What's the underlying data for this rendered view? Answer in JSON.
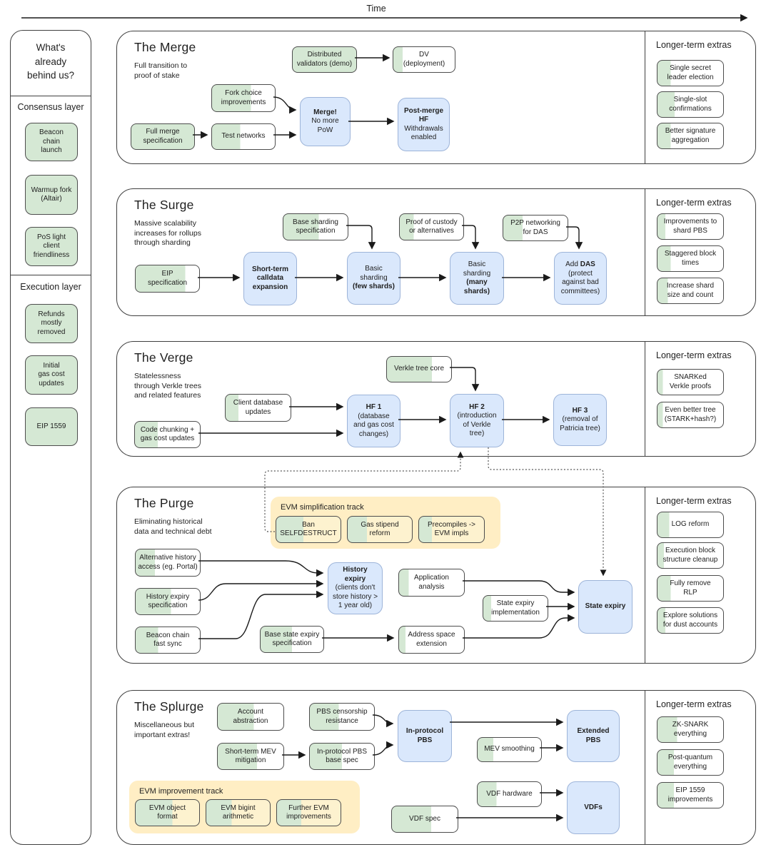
{
  "page": {
    "time_label": "Time"
  },
  "colors": {
    "done_green": "#d5e8d4",
    "milestone_blue": "#dae8fc",
    "milestone_border": "#9db4d9",
    "track_yellow": "#ffeec4",
    "box_border": "#4d4d4d",
    "line": "#1a1a1a"
  },
  "sidebar": {
    "title": "What's\nalready\nbehind us?",
    "consensus_label": "Consensus layer",
    "execution_label": "Execution layer",
    "consensus_items": {
      "beacon": {
        "label": "Beacon\nchain\nlaunch",
        "progress": 100
      },
      "warmup": {
        "label": "Warmup fork\n(Altair)",
        "progress": 100
      },
      "pos_light": {
        "label": "PoS light\nclient\nfriendliness",
        "progress": 100
      }
    },
    "execution_items": {
      "refunds": {
        "label": "Refunds\nmostly\nremoved",
        "progress": 100
      },
      "gas_cost": {
        "label": "Initial\ngas cost\nupdates",
        "progress": 100
      },
      "eip1559": {
        "label": "EIP 1559",
        "progress": 100
      }
    }
  },
  "sections": {
    "merge": {
      "title": "The Merge",
      "subtitle": "Full transition to\nproof of stake",
      "extras_title": "Longer-term extras",
      "nodes": {
        "distributed_validators": {
          "label": "Distributed\nvalidators (demo)",
          "progress": 100
        },
        "dv_deployment": {
          "label": "DV\n(deployment)",
          "progress": 15
        },
        "fork_choice": {
          "label": "Fork choice\nimprovements",
          "progress": 62
        },
        "full_merge_spec": {
          "label": "Full merge\nspecification",
          "progress": 100
        },
        "test_networks": {
          "label": "Test networks",
          "progress": 45
        },
        "merge_hf": {
          "bold": "Merge!",
          "rest": "\nNo more\nPoW"
        },
        "post_merge_hf": {
          "bold": "Post-merge\nHF",
          "rest": "\nWithdrawals\nenabled"
        }
      },
      "extras": {
        "e1": {
          "label": "Single secret\nleader election",
          "progress": 20
        },
        "e2": {
          "label": "Single-slot\nconfirmations",
          "progress": 26
        },
        "e3": {
          "label": "Better signature\naggregation",
          "progress": 20
        }
      }
    },
    "surge": {
      "title": "The Surge",
      "subtitle": "Massive scalability\nincreases for rollups\nthrough sharding",
      "extras_title": "Longer-term extras",
      "nodes": {
        "eip_spec": {
          "label": "EIP\nspecification",
          "progress": 78
        },
        "short_term_calldata": {
          "bold": "Short-term\ncalldata\nexpansion"
        },
        "base_sharding_spec": {
          "label": "Base sharding\nspecification",
          "progress": 55
        },
        "few_shards": {
          "pre": "Basic\nsharding",
          "bold": "\n(few shards)"
        },
        "proof_custody": {
          "label": "Proof of custody\nor alternatives",
          "progress": 22
        },
        "many_shards": {
          "pre": "Basic\nsharding",
          "bold": "\n(many\nshards)"
        },
        "p2p_das": {
          "label": "P2P networking\nfor DAS",
          "progress": 30
        },
        "add_das": {
          "pre": "Add ",
          "bold": "DAS",
          "rest": "\n(protect\nagainst bad\ncommittees)"
        }
      },
      "extras": {
        "e1": {
          "label": "Improvements to\nshard PBS",
          "progress": 12
        },
        "e2": {
          "label": "Staggered block\ntimes",
          "progress": 20
        },
        "e3": {
          "label": "Increase shard\nsize and count",
          "progress": 16
        }
      }
    },
    "verge": {
      "title": "The Verge",
      "subtitle": "Statelessness\nthrough Verkle trees\nand related features",
      "extras_title": "Longer-term extras",
      "nodes": {
        "verkle_core": {
          "label": "Verkle tree core",
          "progress": 70
        },
        "client_db": {
          "label": "Client database\nupdates",
          "progress": 20
        },
        "code_chunking": {
          "label": "Code chunking +\ngas cost updates",
          "progress": 35
        },
        "hf1": {
          "bold": "HF 1",
          "rest": "\n(database\nand gas cost\nchanges)"
        },
        "hf2": {
          "bold": "HF 2",
          "rest": "\n(introduction\nof Verkle\ntree)"
        },
        "hf3": {
          "bold": "HF 3",
          "rest": "\n(removal of\nPatricia tree)"
        }
      },
      "extras": {
        "e1": {
          "label": "SNARKed\nVerkle proofs",
          "progress": 8
        },
        "e2": {
          "label": "Even better tree\n(STARK+hash?)",
          "progress": 8
        }
      }
    },
    "purge": {
      "title": "The Purge",
      "subtitle": "Eliminating historical\ndata and technical debt",
      "extras_title": "Longer-term extras",
      "track_label": "EVM simplification track",
      "nodes": {
        "ban_selfdestruct": {
          "label": "Ban\nSELFDESTRUCT",
          "progress": 42
        },
        "gas_stipend": {
          "label": "Gas stipend\nreform",
          "progress": 30
        },
        "precompiles": {
          "label": "Precompiles ->\nEVM impls",
          "progress": 20
        },
        "alt_history": {
          "label": "Alternative history\naccess (eg. Portal)",
          "progress": 30
        },
        "history_expiry_spec": {
          "label": "History expiry\nspecification",
          "progress": 55
        },
        "beacon_fast_sync": {
          "label": "Beacon chain\nfast sync",
          "progress": 35
        },
        "history_expiry": {
          "bold": "History\nexpiry",
          "rest": "\n(clients don't\nstore history >\n1 year old)"
        },
        "base_state_expiry": {
          "label": "Base state expiry\nspecification",
          "progress": 50
        },
        "application_analysis": {
          "label": "Application\nanalysis",
          "progress": 15
        },
        "state_expiry_impl": {
          "label": "State expiry\nimplementation",
          "progress": 12
        },
        "address_space": {
          "label": "Address space\nextension",
          "progress": 10
        },
        "state_expiry": {
          "bold": "State expiry"
        }
      },
      "extras": {
        "e1": {
          "label": "LOG reform",
          "progress": 18
        },
        "e2": {
          "label": "Execution block\nstructure cleanup",
          "progress": 10
        },
        "e3": {
          "label": "Fully remove\nRLP",
          "progress": 20
        },
        "e4": {
          "label": "Explore solutions\nfor dust accounts",
          "progress": 12
        }
      }
    },
    "splurge": {
      "title": "The Splurge",
      "subtitle": "Miscellaneous but\nimportant extras!",
      "extras_title": "Longer-term extras",
      "track_label": "EVM improvement track",
      "nodes": {
        "account_abstraction": {
          "label": "Account\nabstraction",
          "progress": 55
        },
        "pbs_censorship": {
          "label": "PBS censorship\nresistance",
          "progress": 45
        },
        "short_term_mev": {
          "label": "Short-term MEV\nmitigation",
          "progress": 60
        },
        "pbs_base_spec": {
          "label": "In-protocol PBS\nbase spec",
          "progress": 50
        },
        "in_protocol_pbs": {
          "bold": "In-protocol\nPBS"
        },
        "evm_object": {
          "label": "EVM object\nformat",
          "progress": 58
        },
        "evm_bigint": {
          "label": "EVM bigint\narithmetic",
          "progress": 40
        },
        "further_evm": {
          "label": "Further EVM\nimprovements",
          "progress": 38
        },
        "vdf_spec": {
          "label": "VDF spec",
          "progress": 60
        },
        "mev_smoothing": {
          "label": "MEV smoothing",
          "progress": 25
        },
        "extended_pbs": {
          "bold": "Extended\nPBS"
        },
        "vdf_hardware": {
          "label": "VDF hardware",
          "progress": 30
        },
        "vdfs": {
          "bold": "VDFs"
        }
      },
      "extras": {
        "e1": {
          "label": "ZK-SNARK\neverything",
          "progress": 30
        },
        "e2": {
          "label": "Post-quantum\neverything",
          "progress": 25
        },
        "e3": {
          "label": "EIP 1559\nimprovements",
          "progress": 25
        }
      }
    }
  },
  "edges": [
    {
      "from": "distributed_validators",
      "to": "dv_deployment"
    },
    {
      "from": "fork_choice",
      "to": "merge_hf"
    },
    {
      "from": "full_merge_spec",
      "to": "test_networks"
    },
    {
      "from": "test_networks",
      "to": "merge_hf"
    },
    {
      "from": "merge_hf",
      "to": "post_merge_hf"
    },
    {
      "from": "eip_spec",
      "to": "short_term_calldata"
    },
    {
      "from": "short_term_calldata",
      "to": "few_shards"
    },
    {
      "from": "base_sharding_spec",
      "to": "few_shards"
    },
    {
      "from": "few_shards",
      "to": "many_shards"
    },
    {
      "from": "proof_custody",
      "to": "many_shards"
    },
    {
      "from": "p2p_das",
      "to": "add_das"
    },
    {
      "from": "many_shards",
      "to": "add_das"
    },
    {
      "from": "verkle_core",
      "to": "hf2"
    },
    {
      "from": "client_db",
      "to": "hf1"
    },
    {
      "from": "code_chunking",
      "to": "hf1"
    },
    {
      "from": "hf1",
      "to": "hf2"
    },
    {
      "from": "hf2",
      "to": "hf3"
    },
    {
      "from": "evm_simplification_track",
      "to": "hf2",
      "style": "dotted"
    },
    {
      "from": "hf2",
      "to": "state_expiry",
      "style": "dotted"
    },
    {
      "from": "alt_history",
      "to": "history_expiry"
    },
    {
      "from": "history_expiry_spec",
      "to": "history_expiry"
    },
    {
      "from": "beacon_fast_sync",
      "to": "history_expiry"
    },
    {
      "from": "base_state_expiry",
      "to": "address_space"
    },
    {
      "from": "application_analysis",
      "to": "state_expiry"
    },
    {
      "from": "state_expiry_impl",
      "to": "state_expiry"
    },
    {
      "from": "address_space",
      "to": "state_expiry"
    },
    {
      "from": "pbs_censorship",
      "to": "in_protocol_pbs"
    },
    {
      "from": "short_term_mev",
      "to": "pbs_base_spec"
    },
    {
      "from": "pbs_base_spec",
      "to": "in_protocol_pbs"
    },
    {
      "from": "in_protocol_pbs",
      "to": "extended_pbs"
    },
    {
      "from": "mev_smoothing",
      "to": "extended_pbs"
    },
    {
      "from": "vdf_hardware",
      "to": "vdfs"
    },
    {
      "from": "vdf_spec",
      "to": "vdfs"
    }
  ]
}
